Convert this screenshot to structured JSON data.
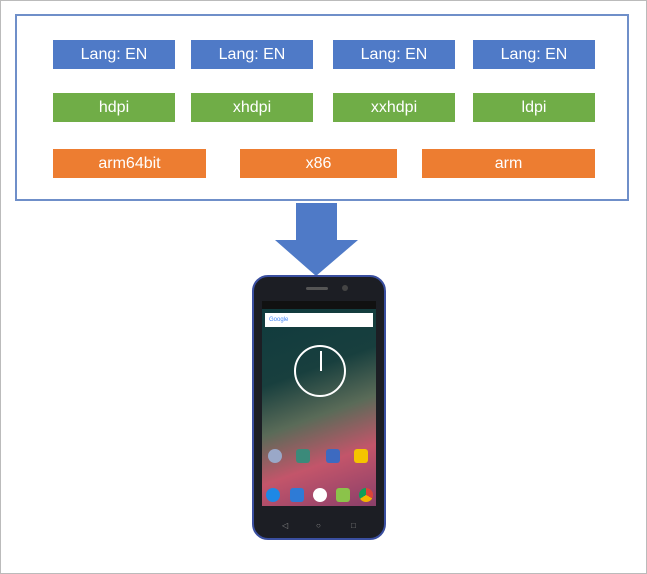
{
  "languages": [
    "Lang: EN",
    "Lang: EN",
    "Lang: EN",
    "Lang: EN"
  ],
  "densities": [
    "hdpi",
    "xhdpi",
    "xxhdpi",
    "ldpi"
  ],
  "architectures": [
    "arm64bit",
    "x86",
    "arm"
  ],
  "phone": {
    "search_logo": "Google"
  },
  "colors": {
    "lang": "#4f7ac7",
    "density": "#70ad47",
    "arch": "#ed7d31",
    "arrow": "#4f7ac7"
  }
}
